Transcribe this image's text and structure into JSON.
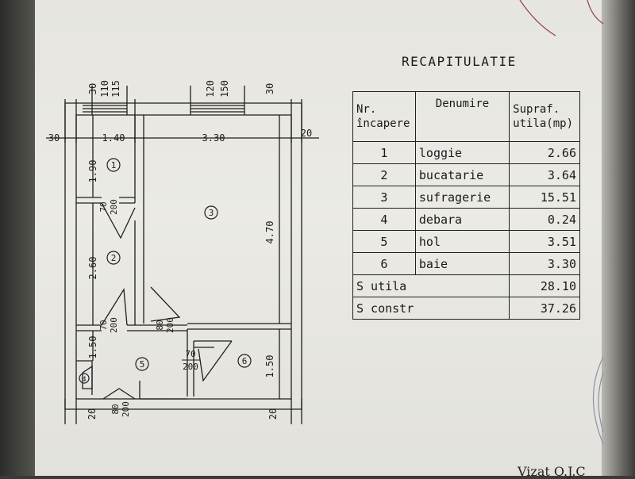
{
  "recap_title": "RECAPITULATIE",
  "table_headers": {
    "nr": [
      "Nr.",
      "încapere"
    ],
    "denumire": "Denumire",
    "supraf": [
      "Supraf.",
      "utila(mp)"
    ]
  },
  "rooms": [
    {
      "nr": "1",
      "name": "loggie",
      "area": "2.66"
    },
    {
      "nr": "2",
      "name": "bucatarie",
      "area": "3.64"
    },
    {
      "nr": "3",
      "name": "sufragerie",
      "area": "15.51"
    },
    {
      "nr": "4",
      "name": "debara",
      "area": "0.24"
    },
    {
      "nr": "5",
      "name": "hol",
      "area": "3.51"
    },
    {
      "nr": "6",
      "name": "baie",
      "area": "3.30"
    }
  ],
  "totals": [
    {
      "label": "S utila",
      "value": "28.10"
    },
    {
      "label": "S constr",
      "value": "37.26"
    }
  ],
  "plan": {
    "room_labels": [
      "1",
      "2",
      "3",
      "4",
      "5",
      "6"
    ],
    "dims": {
      "left_30": "30",
      "w1": "1.40",
      "w3": "3.30",
      "right_20": "20",
      "top_a1": "30",
      "top_a2": "110",
      "top_a3": "115",
      "top_b1": "120",
      "top_b2": "150",
      "top_b3": "30",
      "h1": "1.90",
      "h2": "2.60",
      "h3": "4.70",
      "h5": "1.50",
      "h6": "1.50",
      "d1a": "70",
      "d1b": "200",
      "d2a": "70",
      "d2b": "200",
      "d3a": "80",
      "d3b": "200",
      "d4a": "70",
      "d4b": "200",
      "d5a": "80",
      "d5b": "200",
      "bot_l": "20",
      "bot_r": "20"
    }
  },
  "footer_text": "Vizat O.J.C"
}
